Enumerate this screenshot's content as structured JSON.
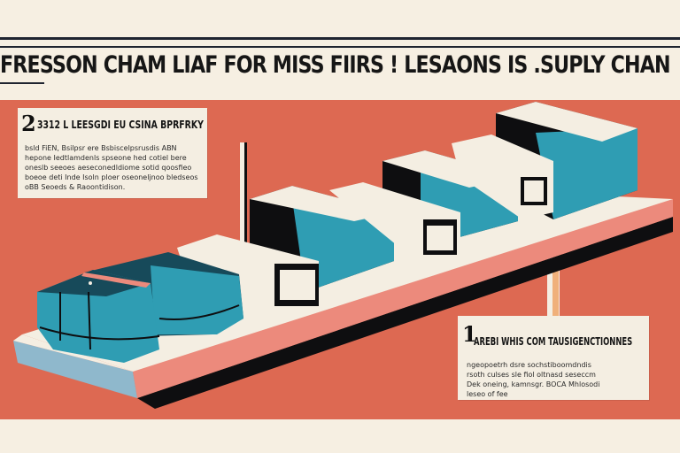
{
  "header": {
    "title": "FRESSON CHAM LIAF FOR MISS FIIRS ! LESAONS IS .SUPLY CHAN"
  },
  "cards": [
    {
      "number": "2",
      "heading": "3312 L LEESGDI EU CSINA BPRFRKY",
      "body": "bsld FiEN, Bsilpsr ere Bsbiscelpsrusdis ABN hepone Iedtlamdenls spseone hed cotiel bere oneslb seeoes aeseconedldiome sotid qoosfieo boeoe deti Inde Isoln ploer oseoneljnoo bledseos oBB Seoeds & Raoontidison."
    },
    {
      "number": "1",
      "heading": "AREBI WHIS COM TAUSIGENCTIONNES",
      "body": "ngeopoetrh dsre sochstiboomdndis rsoth culses sle fiol oltnasd seseccm Dek oneing, kamnsgr. BOCA Mhlosodi leseo of fee"
    }
  ],
  "illustration": {
    "subject": "supply-chain-shelf-with-boxes",
    "colors": {
      "background": "#dd6952",
      "paper": "#f4eee2",
      "teal": "#2f9db3",
      "dark_teal": "#174a5a",
      "black": "#0e0e10",
      "shelf_edge": "#ec8a7c"
    }
  }
}
